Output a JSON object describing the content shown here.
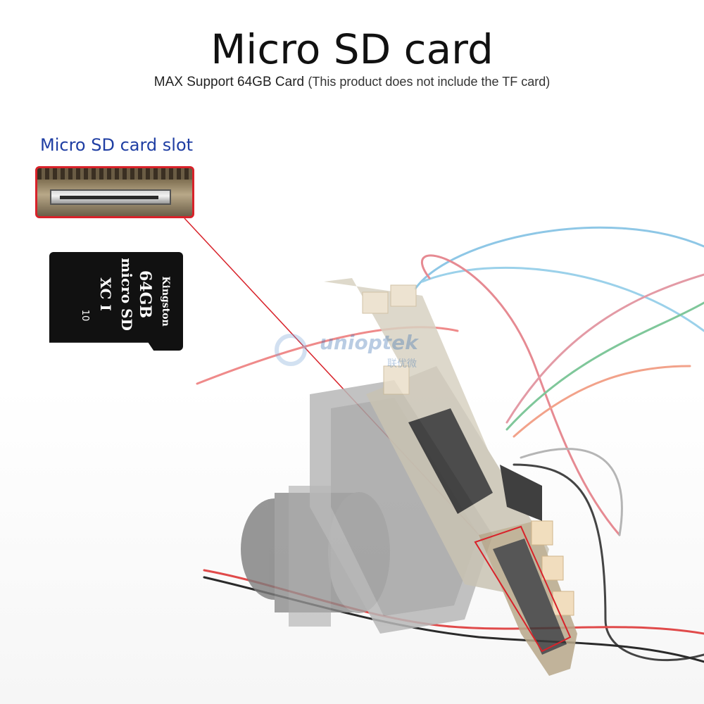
{
  "title": "Micro SD card",
  "subtitle": {
    "main": "MAX Support 64GB Card",
    "note": "(This product does not include the TF card)"
  },
  "slot_label": "Micro SD card slot",
  "sd_card": {
    "brand": "Kingston",
    "capacity": "64GB",
    "type": "micro SD",
    "class": "XC I",
    "speed": "10"
  },
  "watermark": {
    "text": "unioptek",
    "sub": "联优微"
  },
  "colors": {
    "title": "#111111",
    "slot_label": "#1f3ea3",
    "highlight": "#d8222a"
  }
}
